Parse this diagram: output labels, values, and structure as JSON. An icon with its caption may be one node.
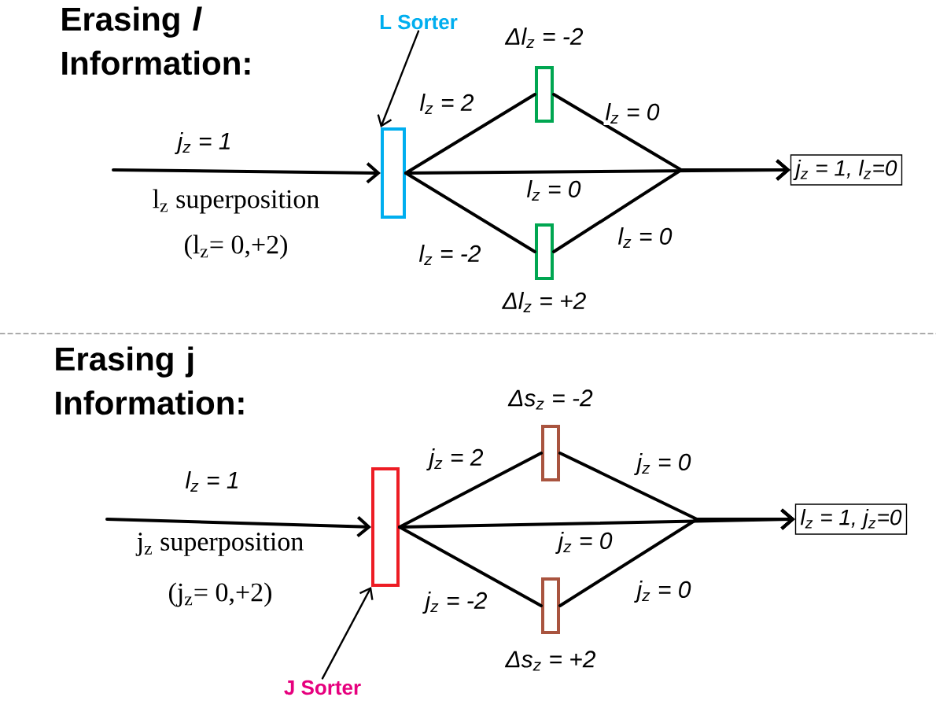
{
  "diagram": {
    "nodes": [
      {
        "text": [
          "L Sorter"
        ]
      },
      {
        "text": [],
        "shape": "box"
      },
      {
        "text": [],
        "shape": "box",
        "beside": [
          "Δl$_{z}$ = -2"
        ]
      },
      {
        "text": [],
        "shape": "box",
        "beside": [
          "Δl$_{z}$ = +2"
        ]
      },
      {
        "text": [
          "j$_{z}$ = 1, l$_{z}$=0"
        ]
      },
      {
        "text": [],
        "shape": "box"
      },
      {
        "text": [],
        "shape": "box",
        "beside": [
          "Δs$_{z}$ = -2"
        ]
      },
      {
        "text": [],
        "shape": "box",
        "beside": [
          "Δs$_{z}$ = +2"
        ]
      },
      {
        "text": [
          "l$_{z}$ = 1, j$_{z}$=0"
        ]
      },
      {
        "text": [
          "J Sorter"
        ]
      }
    ],
    "edges": [
      {
        "from": 0,
        "to": 1,
        "arrow": "to"
      },
      {
        "from": null,
        "to": 1,
        "arrow": "to",
        "label": "j$_{z}$ = 1"
      },
      {
        "from": 1,
        "to": 2,
        "arrow": "none",
        "label": "l$_{z}$ = 2"
      },
      {
        "from": 1,
        "to": 3,
        "arrow": "none",
        "label": "l$_{z}$ = -2"
      },
      {
        "from": 1,
        "to": 4,
        "arrow": "to",
        "label": "l$_{z}$ = 0"
      },
      {
        "from": 2,
        "to": 4,
        "arrow": "to",
        "label": "l$_{z}$ = 0"
      },
      {
        "from": 3,
        "to": 4,
        "arrow": "to",
        "label": "l$_{z}$ = 0"
      },
      {
        "from": 9,
        "to": 5,
        "arrow": "to"
      },
      {
        "from": null,
        "to": 5,
        "arrow": "to",
        "label": "l$_{z}$ = 1"
      },
      {
        "from": 5,
        "to": 6,
        "arrow": "none",
        "label": "j$_{z}$ = 2"
      },
      {
        "from": 5,
        "to": 7,
        "arrow": "none",
        "label": "j$_{z}$ = -2"
      },
      {
        "from": 5,
        "to": 8,
        "arrow": "to",
        "label": "j$_{z}$ = 0"
      },
      {
        "from": 6,
        "to": 8,
        "arrow": "to",
        "label": "j$_{z}$ = 0"
      },
      {
        "from": 7,
        "to": 8,
        "arrow": "to",
        "label": "j$_{z}$ = 0"
      }
    ],
    "labels": [
      "Erasing *l* Information:",
      "l$_{z}$ superposition",
      "(l$_{z}$= 0,+2)",
      "Erasing j Information:",
      "j$_{z}$ superposition",
      "(j$_{z}$= 0,+2)"
    ]
  }
}
